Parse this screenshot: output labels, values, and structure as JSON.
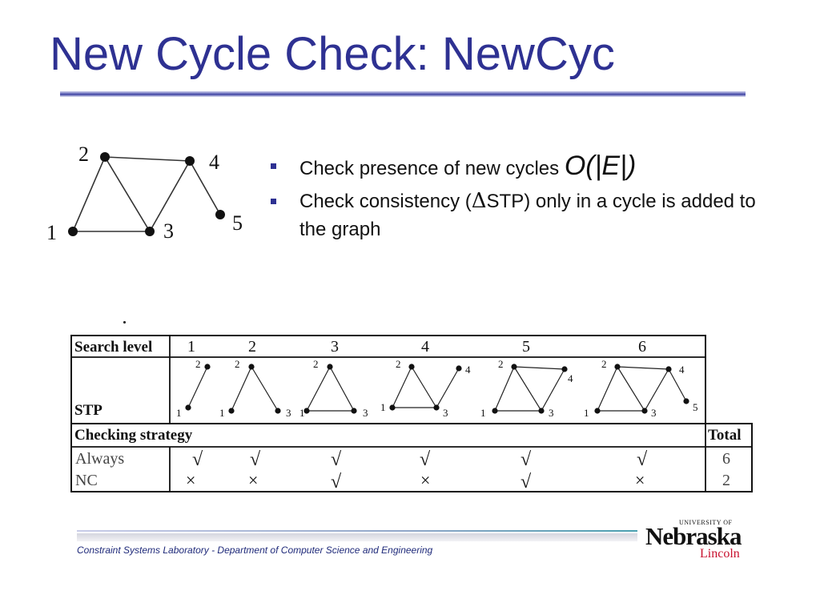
{
  "slide": {
    "title": "New Cycle Check: NewCyc",
    "bullets": {
      "b1_text": "Check presence of new cycles ",
      "b1_complexity": "O(|E|)",
      "b2_text_before": "Check consistency (",
      "b2_delta": "Δ",
      "b2_text_after": "STP) only in a cycle is added to the graph"
    },
    "footer": "Constraint Systems Laboratory - Department of Computer Science and Engineering",
    "logo": {
      "university_of": "UNIVERSITY OF",
      "name": "Nebraska",
      "campus": "Lincoln"
    }
  },
  "graph": {
    "node_labels": [
      "1",
      "2",
      "3",
      "4",
      "5"
    ]
  },
  "table": {
    "search_level_label": "Search level",
    "levels": [
      "1",
      "2",
      "3",
      "4",
      "5",
      "6"
    ],
    "stp_label": "STP",
    "checking_strategy_label": "Checking strategy",
    "total_label": "Total",
    "rows": [
      {
        "name": "Always",
        "marks": [
          "check",
          "check",
          "check",
          "check",
          "check",
          "check"
        ],
        "total": "6"
      },
      {
        "name": "NC",
        "marks": [
          "cross",
          "cross",
          "check",
          "cross",
          "check",
          "cross"
        ],
        "total": "2"
      }
    ]
  },
  "glyphs": {
    "check": "√",
    "cross": "×"
  },
  "colors": {
    "title": "#2e3192",
    "footer_text": "#1f2a7a",
    "logo_campus": "#c8102e",
    "bullet_mark": "#2e3192"
  }
}
